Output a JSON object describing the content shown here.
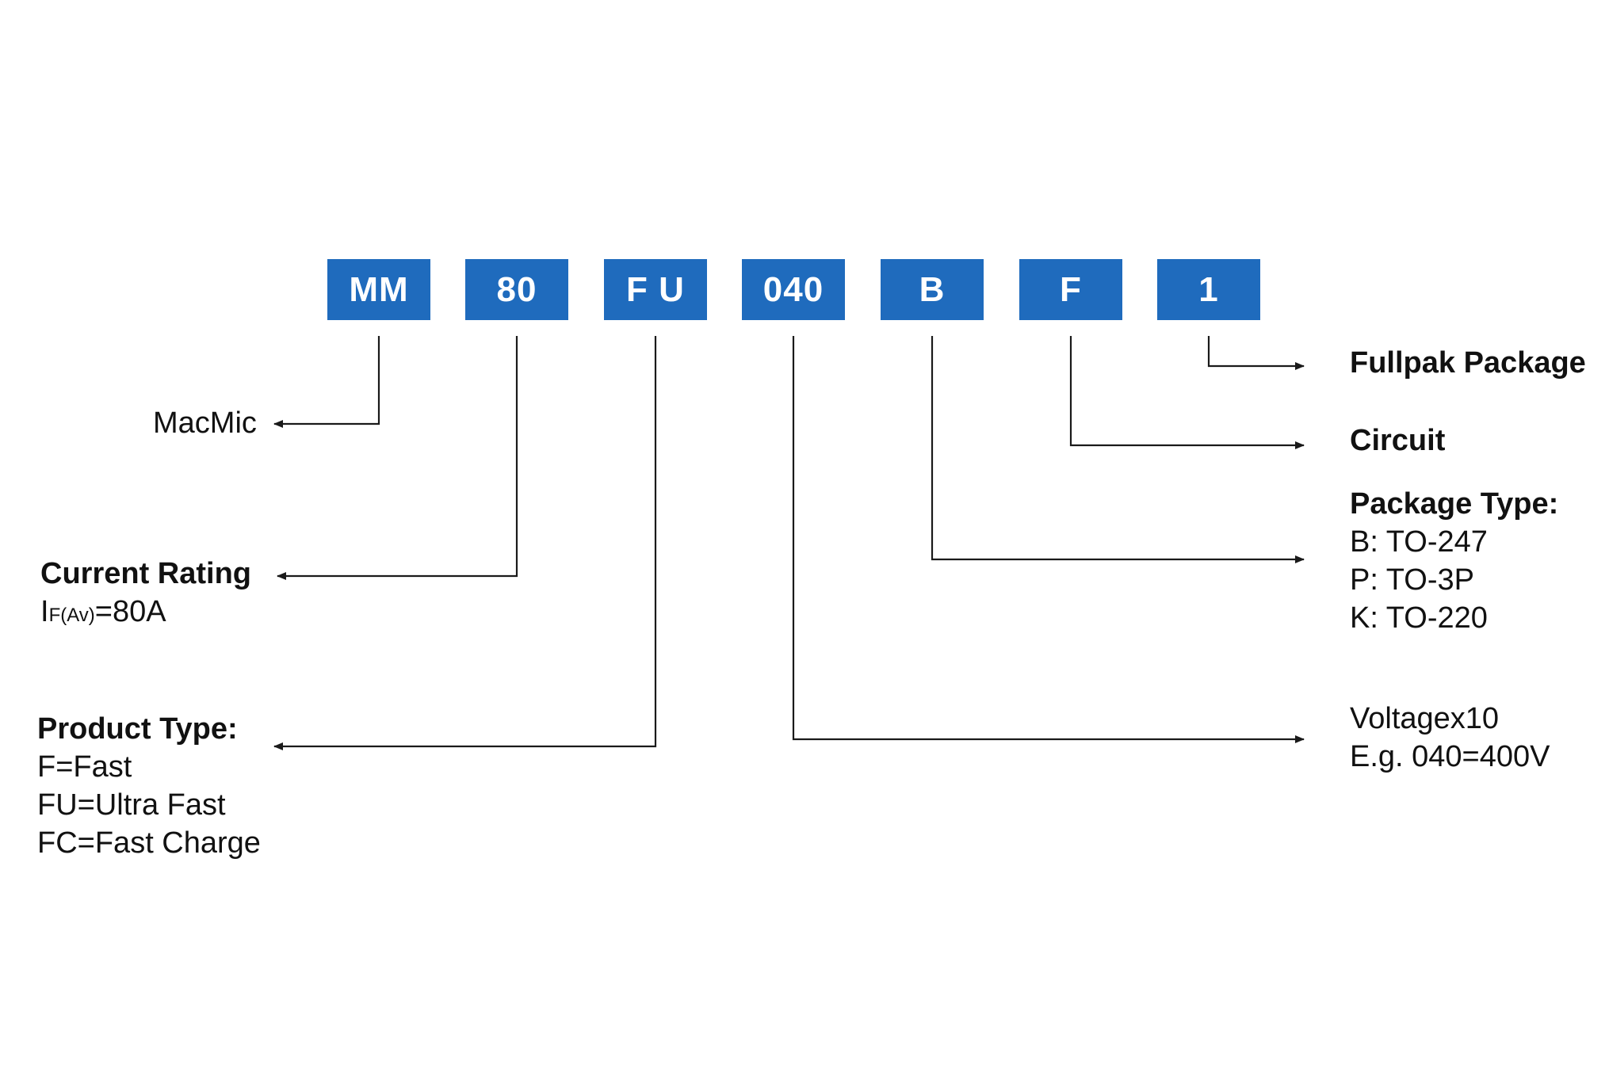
{
  "code_segments": [
    "MM",
    "80",
    "F U",
    "040",
    "B",
    "F",
    "1"
  ],
  "labels": {
    "macmic": {
      "text": "MacMic"
    },
    "current_rating": {
      "heading": "Current Rating",
      "symbol": "I",
      "subscript": "F(Av)",
      "value": "=80A"
    },
    "product_type": {
      "heading": "Product Type:",
      "lines": [
        "F=Fast",
        "FU=Ultra Fast",
        "FC=Fast Charge"
      ]
    },
    "fullpak": {
      "heading": "Fullpak Package"
    },
    "circuit": {
      "heading": "Circuit"
    },
    "package_type": {
      "heading": "Package Type:",
      "lines": [
        "B: TO-247",
        "P: TO-3P",
        "K: TO-220"
      ]
    },
    "voltage": {
      "lines": [
        "Voltagex10",
        "E.g. 040=400V"
      ]
    }
  },
  "colors": {
    "box_fill": "#1f6bbd",
    "box_text": "#ffffff",
    "line": "#1a1a1a"
  }
}
